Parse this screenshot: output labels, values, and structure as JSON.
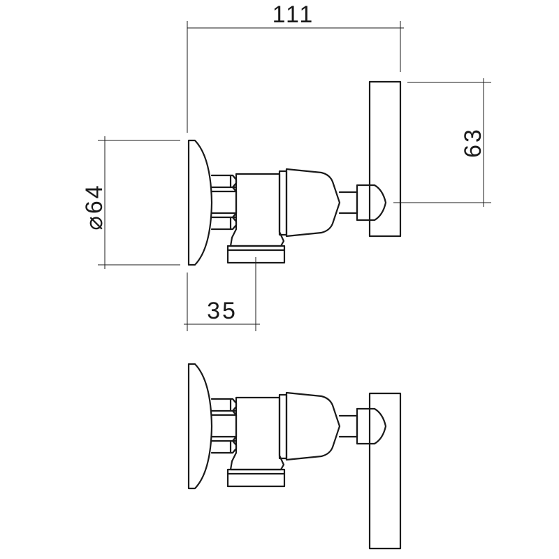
{
  "dimensions": {
    "overall_width": "111",
    "lever_height": "63",
    "flange_diameter_symbol": "⌀",
    "flange_diameter": "64",
    "outlet_offset": "35"
  },
  "views": [
    "top-view",
    "bottom-view"
  ]
}
